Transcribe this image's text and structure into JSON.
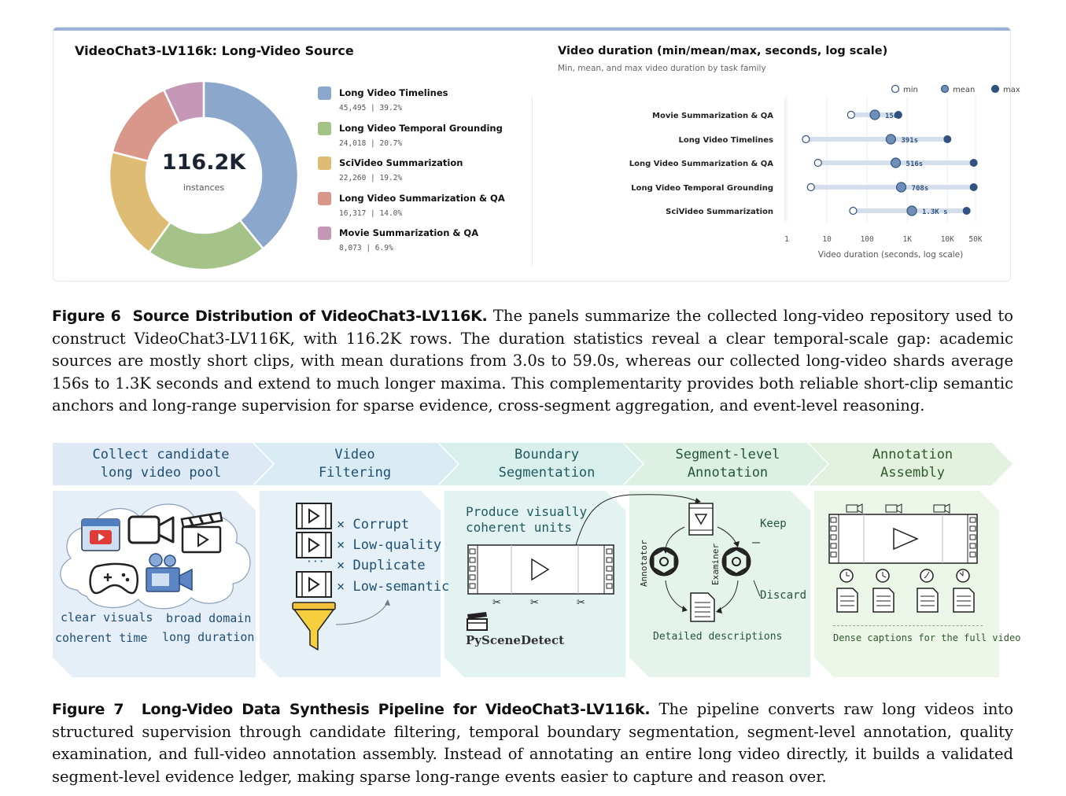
{
  "figure6": {
    "left_title": "VideoChat3-LV116k: Long-Video Source",
    "donut_center_value": "116.2K",
    "donut_center_label": "instances",
    "legend": [
      {
        "label": "Long Video Timelines",
        "count": "45,495",
        "pct": "39.2%",
        "color": "#8ba8cc"
      },
      {
        "label": "Long Video Temporal Grounding",
        "count": "24,018",
        "pct": "20.7%",
        "color": "#a5c389"
      },
      {
        "label": "SciVideo Summarization",
        "count": "22,260",
        "pct": "19.2%",
        "color": "#dfbc73"
      },
      {
        "label": "Long Video Summarization & QA",
        "count": "16,317",
        "pct": "14.0%",
        "color": "#d9968a"
      },
      {
        "label": "Movie Summarization & QA",
        "count": "8,073",
        "pct": "6.9%",
        "color": "#c497b6"
      }
    ],
    "right_title": "Video duration (min/mean/max, seconds, log scale)",
    "right_subtitle": "Min, mean, and max video duration by task family"
  },
  "chart_data": [
    {
      "type": "pie",
      "title": "VideoChat3-LV116k: Long-Video Source",
      "categories": [
        "Long Video Timelines",
        "Long Video Temporal Grounding",
        "SciVideo Summarization",
        "Long Video Summarization & QA",
        "Movie Summarization & QA"
      ],
      "values": [
        45495,
        24018,
        22260,
        16317,
        8073
      ],
      "percent": [
        39.2,
        20.7,
        19.2,
        14.0,
        6.9
      ],
      "colors": [
        "#8ba8cc",
        "#a5c389",
        "#dfbc73",
        "#d9968a",
        "#c497b6"
      ],
      "center_text": "116.2K instances",
      "legend": "right"
    },
    {
      "type": "scatter",
      "title": "Video duration (min/mean/max, seconds, log scale)",
      "subtitle": "Min, mean, and max video duration by task family",
      "xlabel": "Video duration (seconds, log scale)",
      "xscale": "log",
      "xlim": [
        1,
        50000
      ],
      "xticks": [
        1,
        10,
        100,
        1000,
        10000,
        50000
      ],
      "xtick_labels": [
        "1",
        "10",
        "100",
        "1K",
        "10K",
        "50K"
      ],
      "legend": [
        "min",
        "mean",
        "max"
      ],
      "legend_position": "top-right",
      "grid": true,
      "categories": [
        "Movie Summarization & QA",
        "Long Video Timelines",
        "Long Video Summarization & QA",
        "Long Video Temporal Grounding",
        "SciVideo Summarization"
      ],
      "series": [
        {
          "name": "min",
          "values": [
            40,
            3,
            6,
            4,
            45
          ]
        },
        {
          "name": "mean",
          "values": [
            156,
            391,
            516,
            708,
            1300
          ]
        },
        {
          "name": "max",
          "values": [
            600,
            10000,
            45000,
            45000,
            30000
          ]
        }
      ],
      "mean_labels": [
        "156s",
        "391s",
        "516s",
        "708s",
        "1.3K s"
      ]
    }
  ],
  "caption6": {
    "label": "Figure 6",
    "title": "Source Distribution of VideoChat3-LV116K.",
    "text": "The panels summarize the collected long-video repository used to construct VideoChat3-LV116K, with 116.2K rows. The duration statistics reveal a clear temporal-scale gap: academic sources are mostly short clips, with mean durations from 3.0s to 59.0s, whereas our collected long-video shards average 156s to 1.3K seconds and extend to much longer maxima. This complementarity provides both reliable short-clip semantic anchors and long-range supervision for sparse evidence, cross-segment aggregation, and event-level reasoning."
  },
  "pipeline": {
    "stages": [
      {
        "line1": "Collect candidate",
        "line2": "long video pool"
      },
      {
        "line1": "Video",
        "line2": "Filtering"
      },
      {
        "line1": "Boundary",
        "line2": "Segmentation"
      },
      {
        "line1": "Segment-level",
        "line2": "Annotation"
      },
      {
        "line1": "Annotation",
        "line2": "Assembly"
      }
    ],
    "collect": {
      "t1": "clear visuals",
      "t2": "coherent time",
      "t3": "broad domain",
      "t4": "long duration"
    },
    "filters": [
      "× Corrupt",
      "× Low-quality",
      "× Duplicate",
      "× Low-semantic"
    ],
    "filter_dots": "···",
    "boundary": {
      "line1": "Produce visually",
      "line2": "coherent units",
      "tool": "PySceneDetect"
    },
    "segment": {
      "annotator": "Annotator",
      "examiner": "Examiner",
      "keep": "Keep",
      "discard": "Discard",
      "desc": "Detailed descriptions"
    },
    "assembly": {
      "desc": "Dense captions for the full video"
    }
  },
  "caption7": {
    "label": "Figure 7",
    "title": "Long-Video Data Synthesis Pipeline for VideoChat3-LV116k.",
    "text": "The pipeline converts raw long videos into structured supervision through candidate filtering, temporal boundary segmentation, segment-level annotation, quality examination, and full-video annotation assembly. Instead of annotating an entire long video directly, it builds a validated segment-level evidence ledger, making sparse long-range events easier to capture and reason over."
  }
}
